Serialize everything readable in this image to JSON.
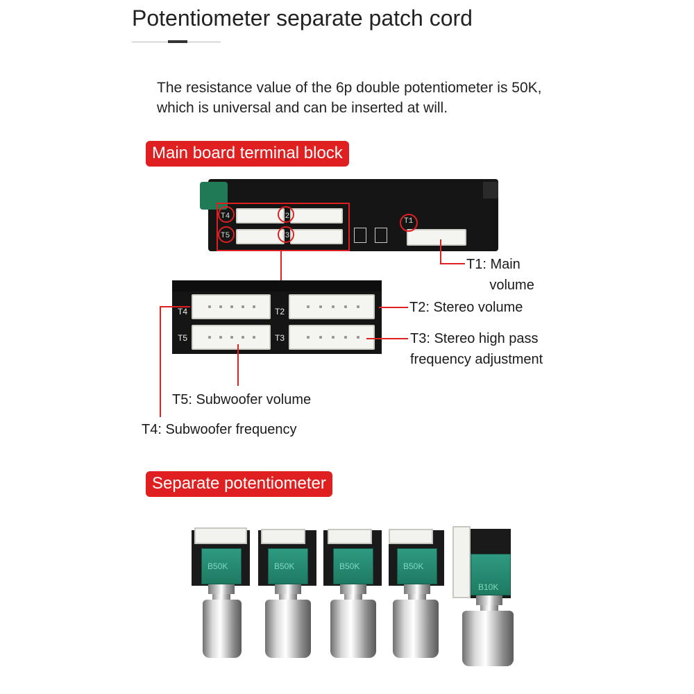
{
  "header": {
    "title": "Potentiometer separate patch cord"
  },
  "description": {
    "text": "The resistance value of the 6p double potentiometer is 50K, which is universal and can be inserted at will."
  },
  "sections": {
    "main_board": "Main board terminal block",
    "separate_pot": "Separate potentiometer"
  },
  "board_silk": {
    "t1": "T1",
    "t2": "T2",
    "t3": "T3",
    "t4": "T4",
    "t5": "T5"
  },
  "callouts": {
    "t1": "T1: Main\n      volume",
    "t2": "T2: Stereo volume",
    "t3": "T3: Stereo high pass\nfrequency adjustment",
    "t5": "T5: Subwoofer volume",
    "t4": "T4: Subwoofer frequency"
  },
  "potentiometers": [
    {
      "code": "B50K"
    },
    {
      "code": "B50K"
    },
    {
      "code": "B50K"
    },
    {
      "code": "B50K"
    },
    {
      "code": "B10K"
    }
  ],
  "colors": {
    "accent": "#e02020",
    "pcb": "#151515",
    "pot_body": "#2e9a80"
  }
}
